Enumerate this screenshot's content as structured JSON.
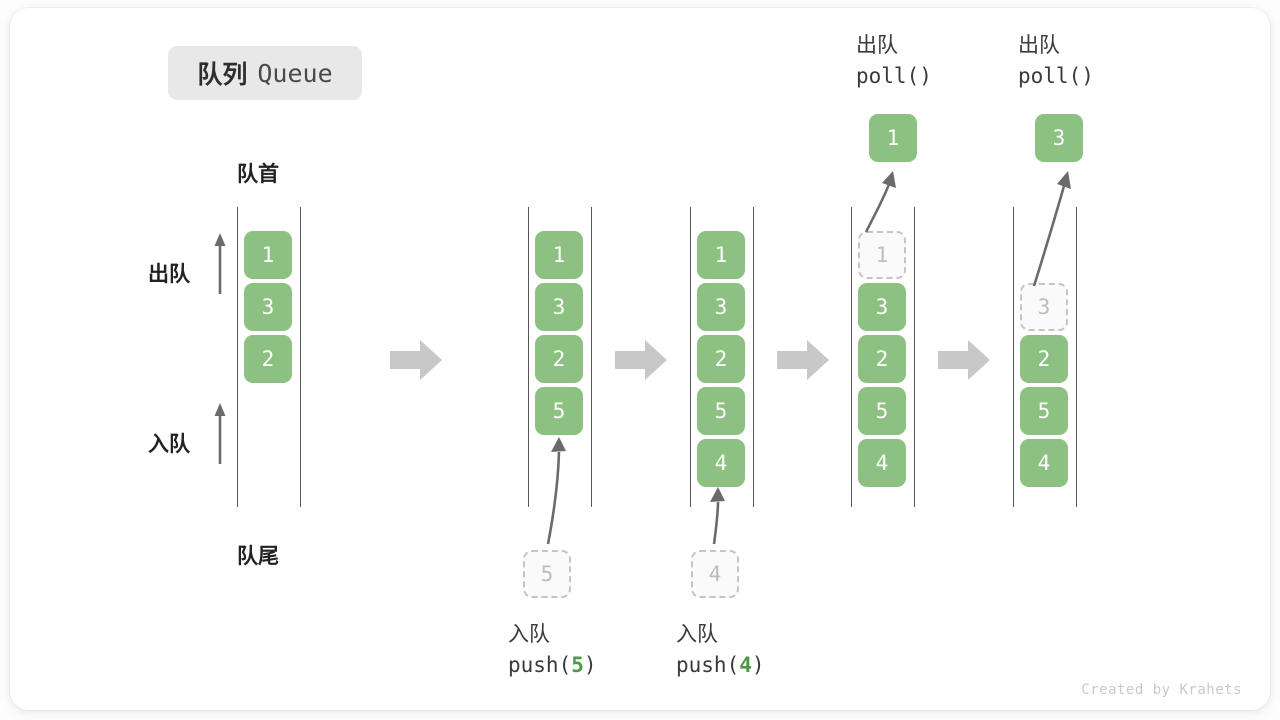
{
  "title": {
    "cn": "队列",
    "en": "Queue"
  },
  "captions": {
    "head": "队首",
    "tail": "队尾"
  },
  "side_labels": {
    "dequeue": "出队",
    "enqueue": "入队"
  },
  "colors": {
    "element_green": "#8cc182",
    "ghost_border": "#c4c4c4",
    "ghost_text": "#bdbdbd",
    "rail": "#555555",
    "step_arrow": "#c8c8c8",
    "accent_arg": "#4a9a46",
    "badge_bg": "#e8e8e8",
    "text_dark": "#222222",
    "card_bg": "#ffffff",
    "page_bg": "#fdfdfd"
  },
  "columns": [
    {
      "name": "initial-queue",
      "slots": [
        {
          "value": "1",
          "state": "filled"
        },
        {
          "value": "3",
          "state": "filled"
        },
        {
          "value": "2",
          "state": "filled"
        }
      ]
    },
    {
      "name": "after-push-5",
      "slots": [
        {
          "value": "1",
          "state": "filled"
        },
        {
          "value": "3",
          "state": "filled"
        },
        {
          "value": "2",
          "state": "filled"
        },
        {
          "value": "5",
          "state": "filled"
        }
      ]
    },
    {
      "name": "after-push-4",
      "slots": [
        {
          "value": "1",
          "state": "filled"
        },
        {
          "value": "3",
          "state": "filled"
        },
        {
          "value": "2",
          "state": "filled"
        },
        {
          "value": "5",
          "state": "filled"
        },
        {
          "value": "4",
          "state": "filled"
        }
      ]
    },
    {
      "name": "after-poll-1",
      "slots": [
        {
          "value": "1",
          "state": "ghost"
        },
        {
          "value": "3",
          "state": "filled"
        },
        {
          "value": "2",
          "state": "filled"
        },
        {
          "value": "5",
          "state": "filled"
        },
        {
          "value": "4",
          "state": "filled"
        }
      ]
    },
    {
      "name": "after-poll-3",
      "slots": [
        {
          "value": "",
          "state": "empty"
        },
        {
          "value": "3",
          "state": "ghost"
        },
        {
          "value": "2",
          "state": "filled"
        },
        {
          "value": "5",
          "state": "filled"
        },
        {
          "value": "4",
          "state": "filled"
        }
      ]
    }
  ],
  "push_ops": [
    {
      "cn": "入队",
      "fn": "push(",
      "arg": "5",
      "close": ")",
      "ghost_value": "5"
    },
    {
      "cn": "入队",
      "fn": "push(",
      "arg": "4",
      "close": ")",
      "ghost_value": "4"
    }
  ],
  "poll_ops": [
    {
      "cn": "出队",
      "code": "poll()",
      "result": "1"
    },
    {
      "cn": "出队",
      "code": "poll()",
      "result": "3"
    }
  ],
  "attribution": "Created by Krahets"
}
